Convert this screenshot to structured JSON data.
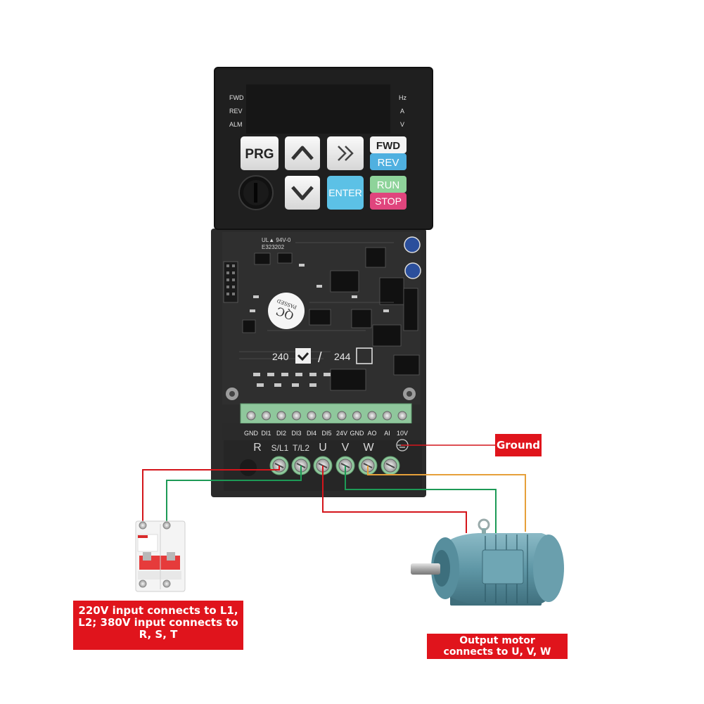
{
  "panel": {
    "indicators_left": [
      "FWD",
      "REV",
      "ALM"
    ],
    "indicators_right": [
      "Hz",
      "A",
      "V"
    ],
    "keys": {
      "prg": "PRG",
      "up": "▲",
      "shift": "»",
      "fwd": "FWD",
      "rev": "REV",
      "down": "▼",
      "enter": "ENTER",
      "run": "RUN",
      "stop": "STOP"
    }
  },
  "pcb": {
    "qc_stamp": [
      "QC",
      "PASSED"
    ],
    "marking_top": [
      "UL▲ 94V-0",
      "E323202"
    ],
    "voltage_select": [
      "240",
      "/",
      "244"
    ],
    "control_terminals": [
      "GND",
      "DI1",
      "DI2",
      "DI3",
      "DI4",
      "DI5",
      "24V",
      "GND",
      "AO",
      "AI",
      "10V"
    ],
    "power_terminals": [
      "R",
      "S/L1",
      "T/L2",
      "U",
      "V",
      "W"
    ]
  },
  "labels": {
    "ground": "Ground",
    "input_lines": [
      "220V input connects to L1,",
      "L2; 380V input connects to",
      "R, S, T"
    ],
    "output_lines": [
      "Output motor",
      "connects to U, V, W"
    ]
  },
  "colors": {
    "label_bg": "#e0141c",
    "wire_red": "#d4151b",
    "wire_green": "#1d9a56",
    "wire_orange": "#e6a03a",
    "housing": "#262626",
    "terminal_green": "#8fc79c",
    "motor_body": "#5f97a6"
  }
}
